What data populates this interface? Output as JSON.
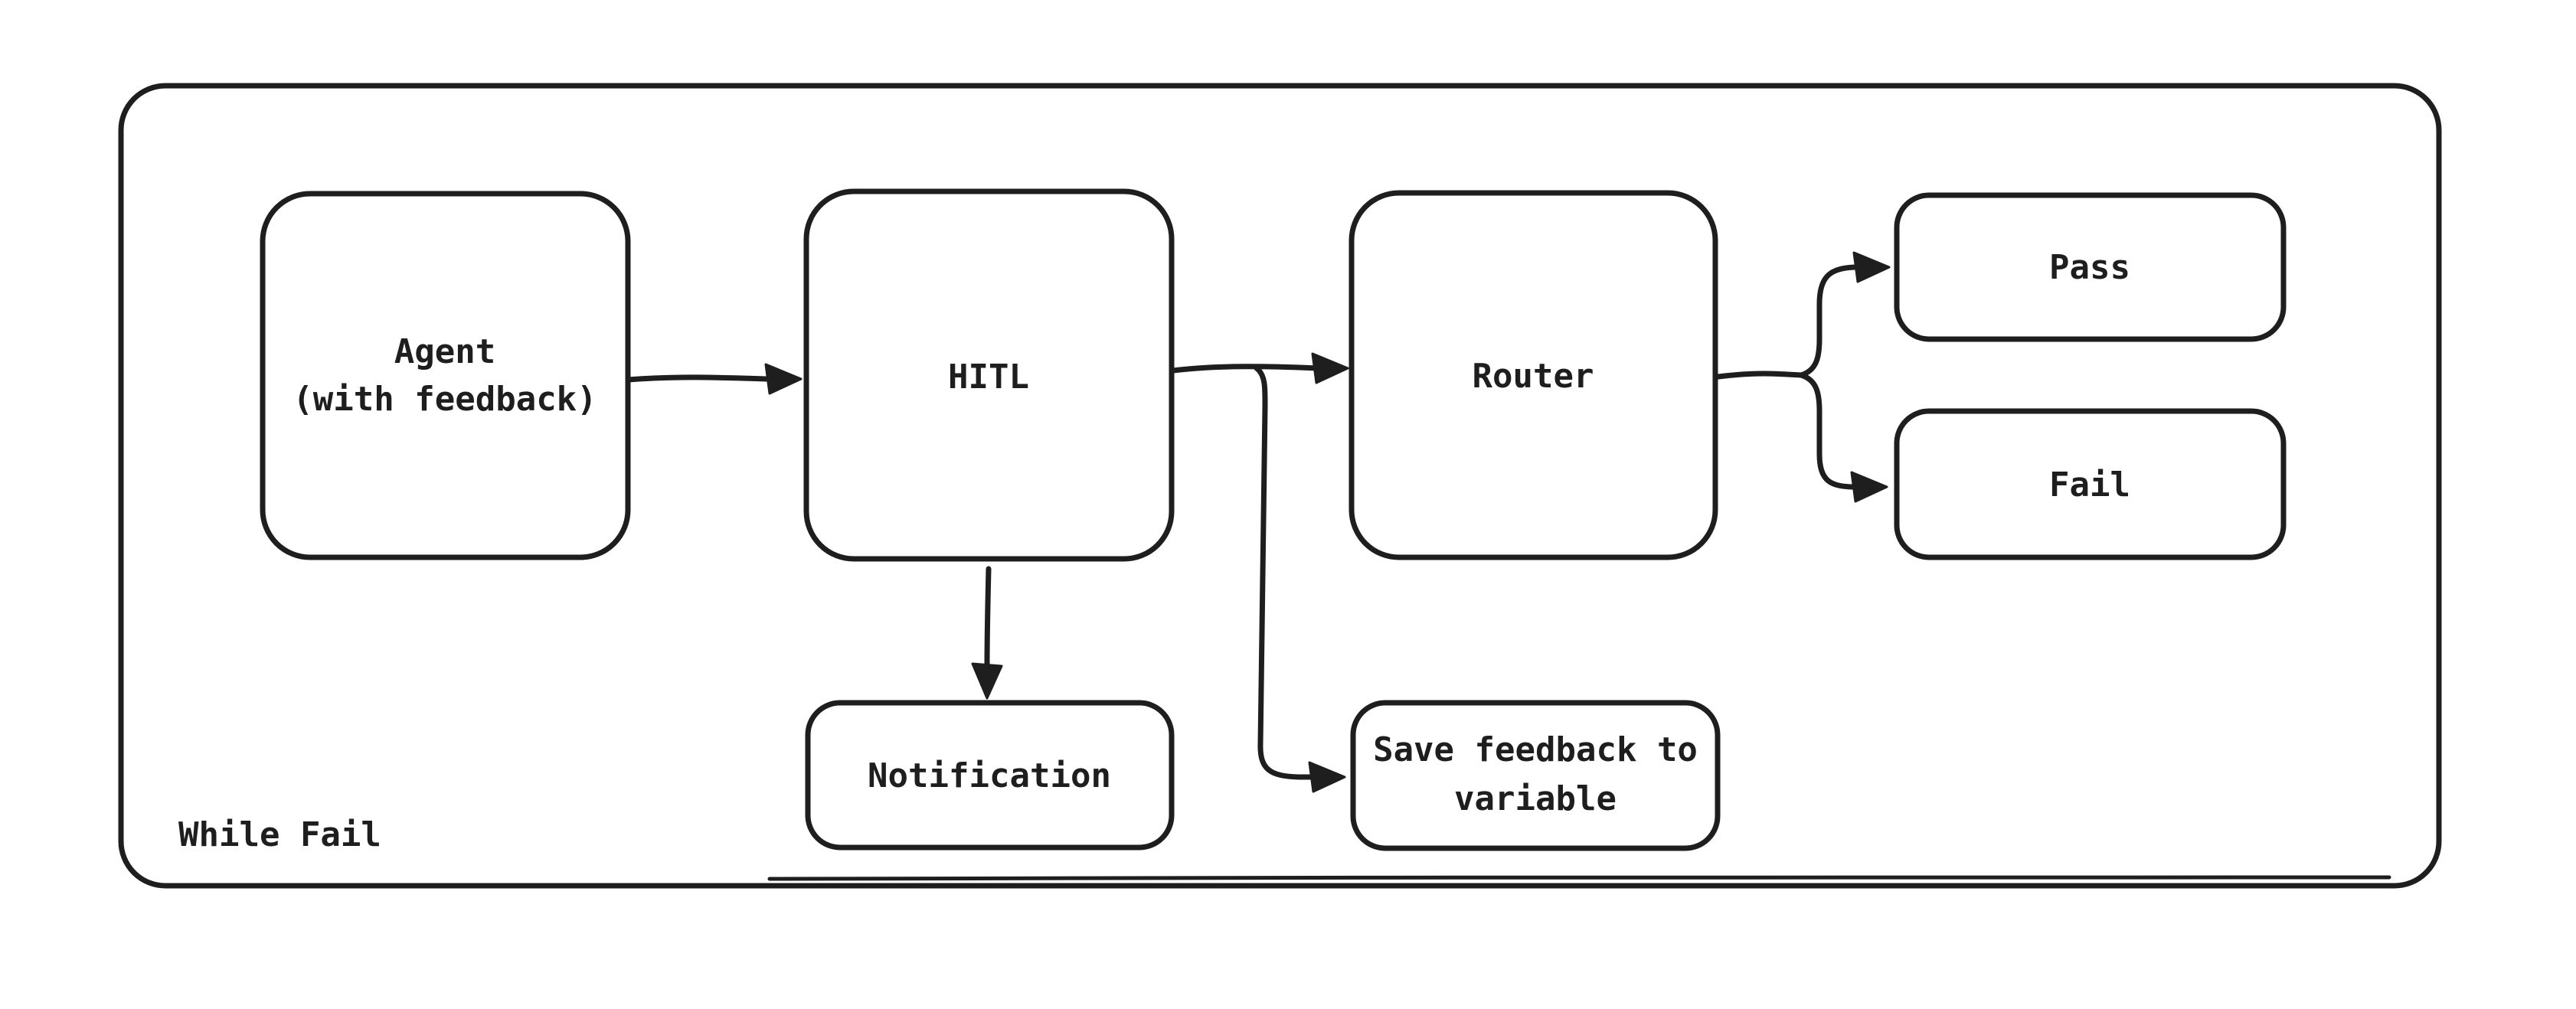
{
  "diagram": {
    "container": {
      "label": "While Fail"
    },
    "nodes": {
      "agent": {
        "label": "Agent (with feedback)",
        "lines": [
          "Agent",
          "(with feedback)"
        ]
      },
      "hitl": {
        "label": "HITL"
      },
      "router": {
        "label": "Router"
      },
      "pass": {
        "label": "Pass"
      },
      "fail": {
        "label": "Fail"
      },
      "notification": {
        "label": "Notification"
      },
      "save_feedback": {
        "label": "Save feedback to variable",
        "lines": [
          "Save feedback to",
          "variable"
        ]
      }
    },
    "edges": [
      {
        "from": "Agent (with feedback)",
        "to": "HITL"
      },
      {
        "from": "HITL",
        "to": "Router"
      },
      {
        "from": "HITL",
        "to": "Notification"
      },
      {
        "from": "HITL",
        "to": "Save feedback to variable"
      },
      {
        "from": "Router",
        "to": "Pass"
      },
      {
        "from": "Router",
        "to": "Fail"
      }
    ],
    "colors": {
      "stroke": "#1e1e1e",
      "background": "#ffffff"
    }
  }
}
